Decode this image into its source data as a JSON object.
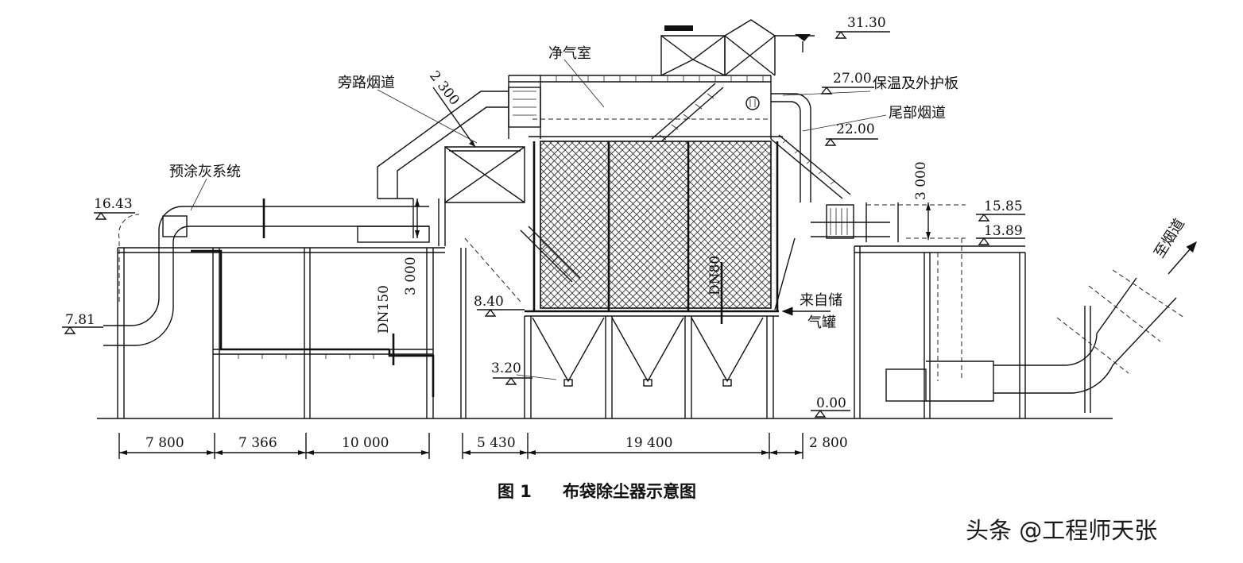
{
  "figure": {
    "caption_number": "图 1",
    "caption_title": "布袋除尘器示意图",
    "watermark": "头条 @工程师天张"
  },
  "labels": {
    "clean_room": "净气室",
    "bypass_duct": "旁路烟道",
    "precoat_system": "预涂灰系统",
    "insulation": "保温及外护板",
    "tail_duct": "尾部烟道",
    "from_tank_1": "来自储",
    "from_tank_2": "气罐",
    "to_flue": "至烟道",
    "dn150": "DN150",
    "dn80": "DN80"
  },
  "elevations": {
    "e3130": "31.30",
    "e2700": "27.00",
    "e2200": "22.00",
    "e1643": "16.43",
    "e1585": "15.85",
    "e1389": "13.89",
    "e840": "8.40",
    "e781": "7.81",
    "e320": "3.20",
    "e000": "0.00"
  },
  "dimensions": {
    "d7800": "7 800",
    "d7366": "7 366",
    "d10000": "10 000",
    "d5430": "5 430",
    "d19400": "19 400",
    "d2800": "2 800",
    "d3000_left": "3 000",
    "d3000_right": "3 000",
    "d2300": "2 300"
  }
}
